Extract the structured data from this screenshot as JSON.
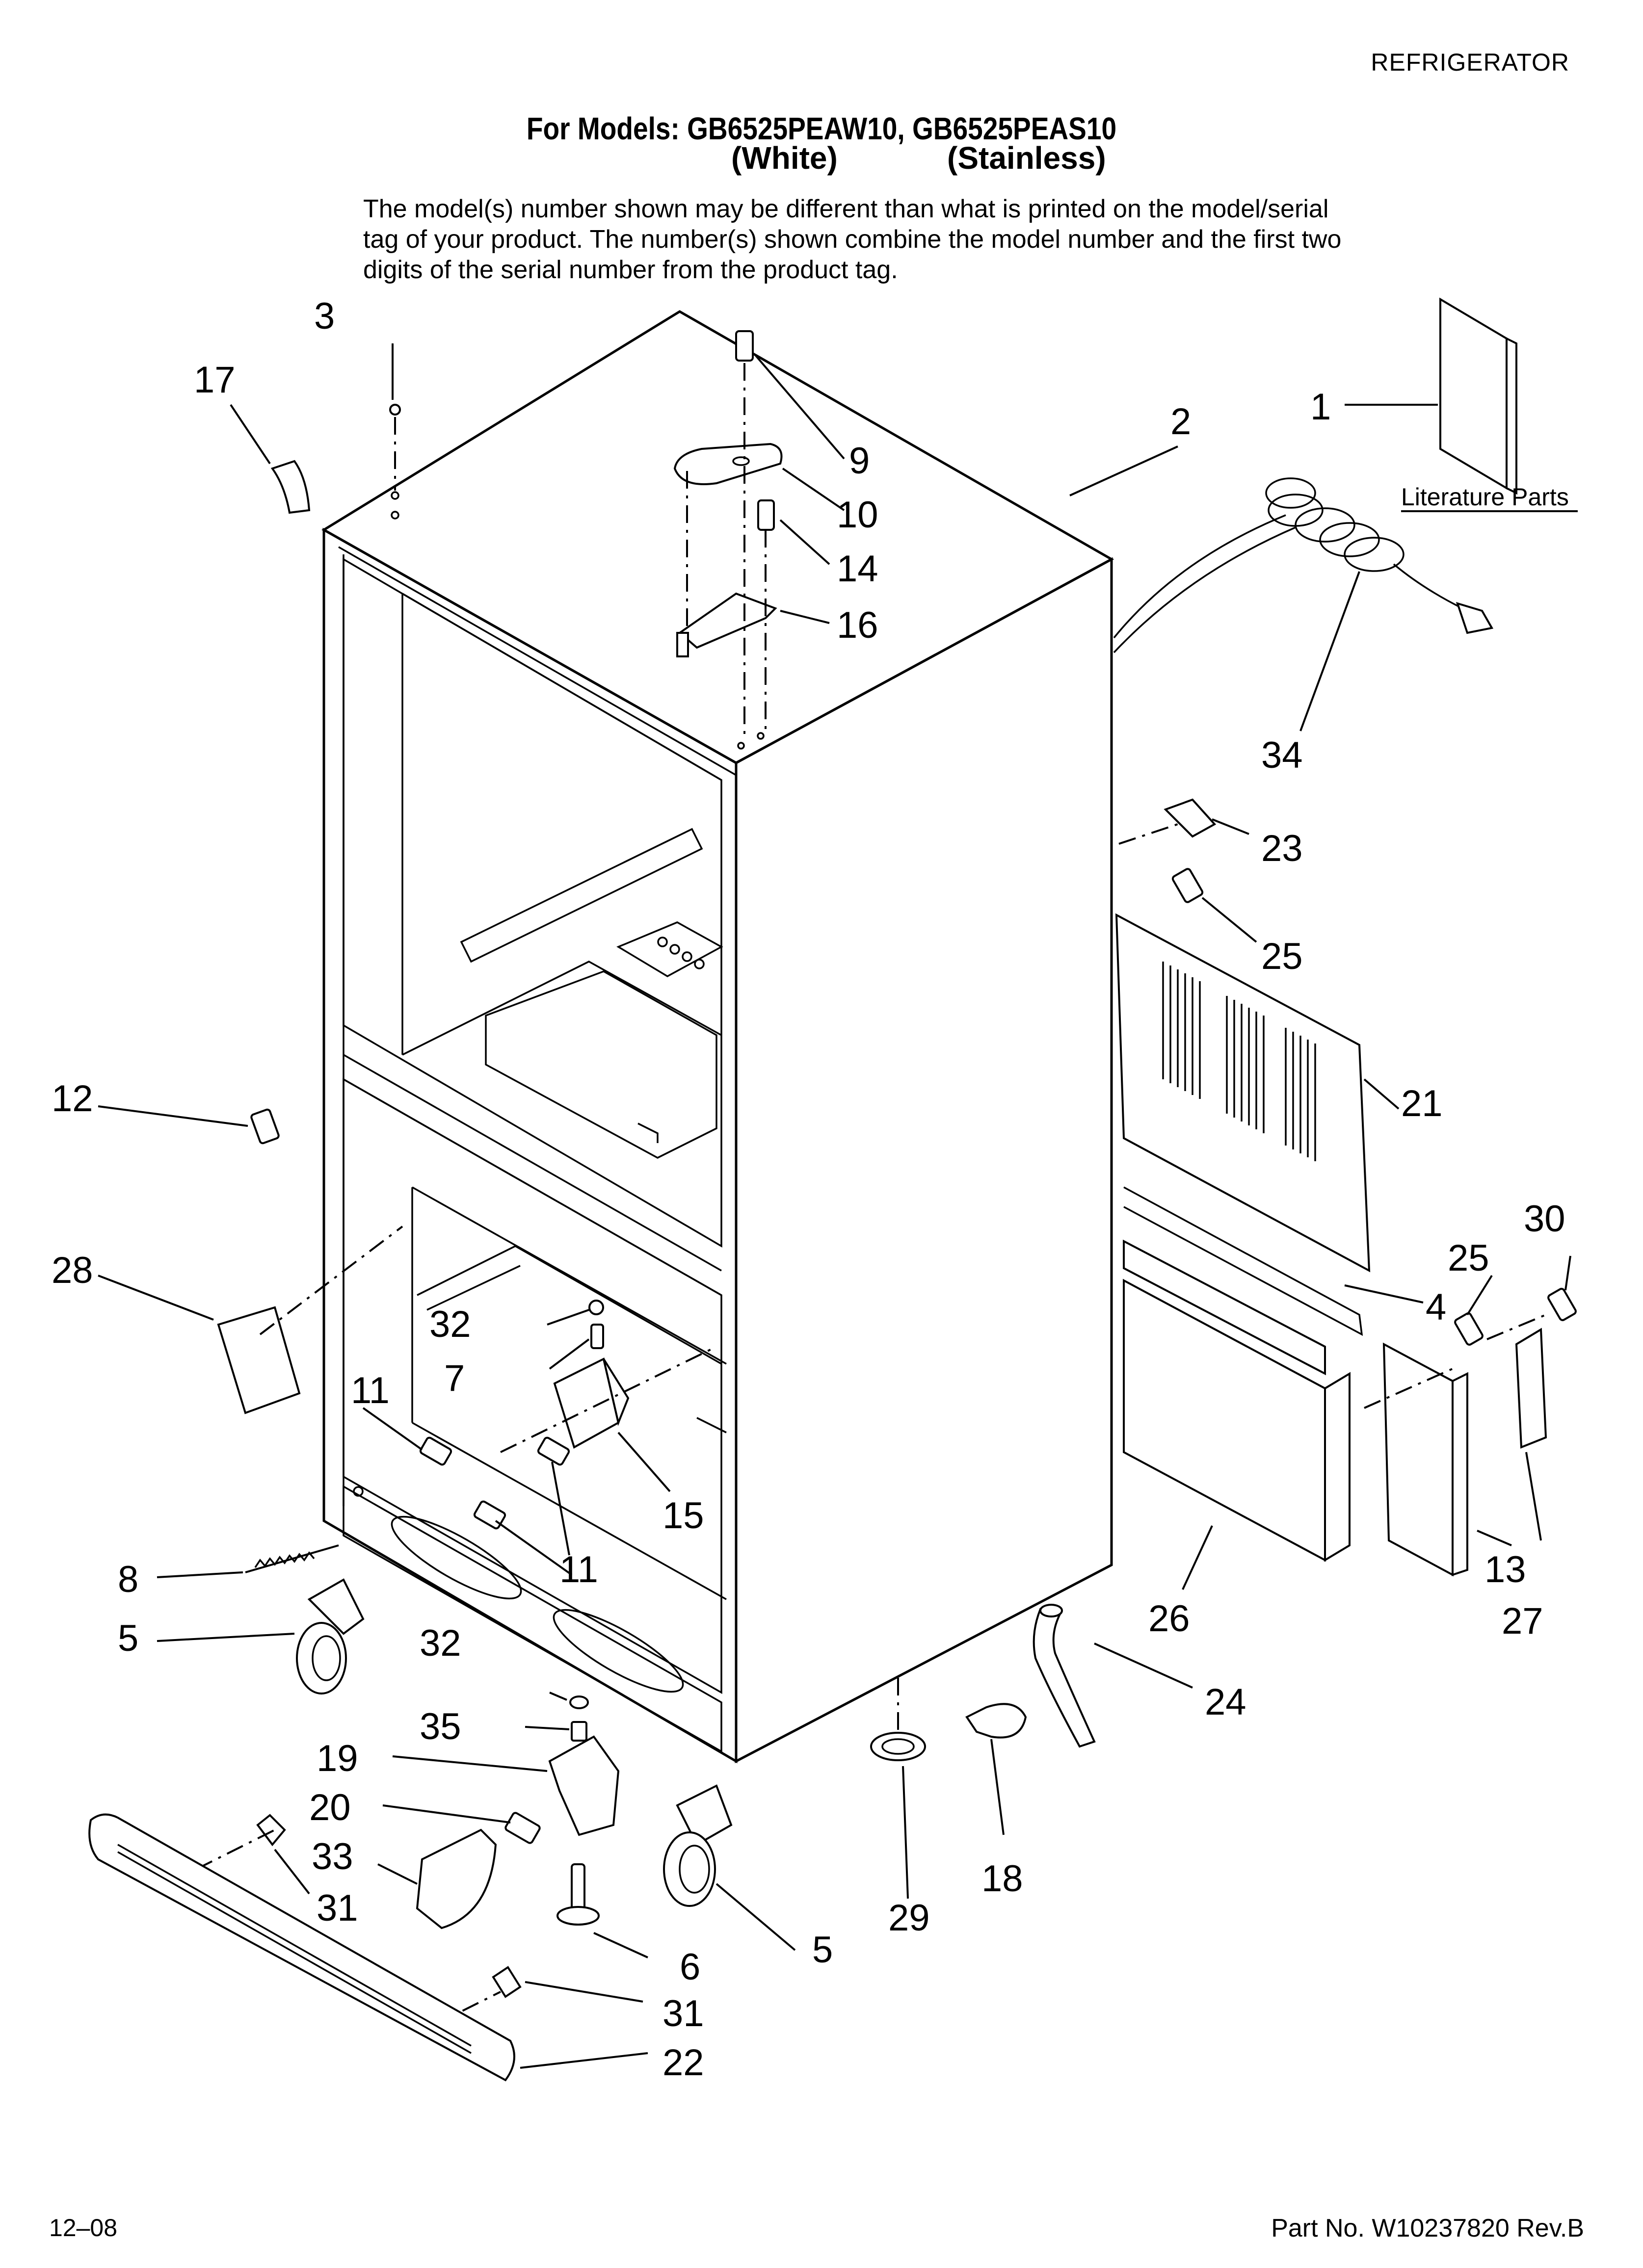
{
  "header": {
    "category": "REFRIGERATOR",
    "models_line": "For Models: GB6525PEAW10, GB6525PEAS10",
    "color_white": "(White)",
    "color_stainless": "(Stainless)",
    "disclaimer": "The model(s) number shown may be different than what is printed on the model/serial tag of your product. The number(s) shown combine the model number and the first two digits of the serial number from the product tag."
  },
  "literature_label": "Literature Parts",
  "callouts": {
    "c1": "1",
    "c2": "2",
    "c3": "3",
    "c4": "4",
    "c5a": "5",
    "c5b": "5",
    "c6": "6",
    "c7": "7",
    "c8": "8",
    "c9": "9",
    "c10": "10",
    "c11a": "11",
    "c11b": "11",
    "c12": "12",
    "c13": "13",
    "c14": "14",
    "c15": "15",
    "c16": "16",
    "c17": "17",
    "c18": "18",
    "c19": "19",
    "c20": "20",
    "c21": "21",
    "c22": "22",
    "c23": "23",
    "c24": "24",
    "c25a": "25",
    "c25b": "25",
    "c26": "26",
    "c27": "27",
    "c28": "28",
    "c29": "29",
    "c30": "30",
    "c31a": "31",
    "c31b": "31",
    "c32a": "32",
    "c32b": "32",
    "c33": "33",
    "c34": "34",
    "c35": "35"
  },
  "footer": {
    "date_code": "12–08",
    "part_number": "Part No. W10237820 Rev.B"
  }
}
